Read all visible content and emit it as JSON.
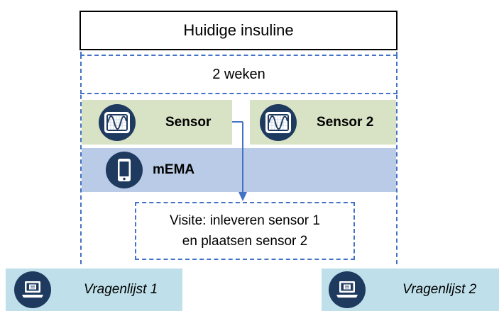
{
  "header": {
    "title": "Huidige insuline"
  },
  "period": {
    "label": "2 weken"
  },
  "sensors": [
    {
      "label": "Sensor",
      "icon": "sensor-wave-icon"
    },
    {
      "label": "Sensor 2",
      "icon": "sensor-wave-icon"
    }
  ],
  "mema": {
    "label": "mEMA",
    "icon": "smartphone-icon"
  },
  "visit": {
    "line1": "Visite: inleveren sensor 1",
    "line2": "en plaatsen sensor 2"
  },
  "questionnaires": [
    {
      "label": "Vragenlijst 1",
      "icon": "laptop-icon"
    },
    {
      "label": "Vragenlijst 2",
      "icon": "laptop-icon"
    }
  ],
  "colors": {
    "sensor_bg": "#d8e2c4",
    "mema_bg": "#b9cbe6",
    "questionnaire_bg": "#bfe0ea",
    "icon_circle": "#1f3a5f",
    "dashed_border": "#4472c4",
    "arrow": "#4472c4"
  }
}
